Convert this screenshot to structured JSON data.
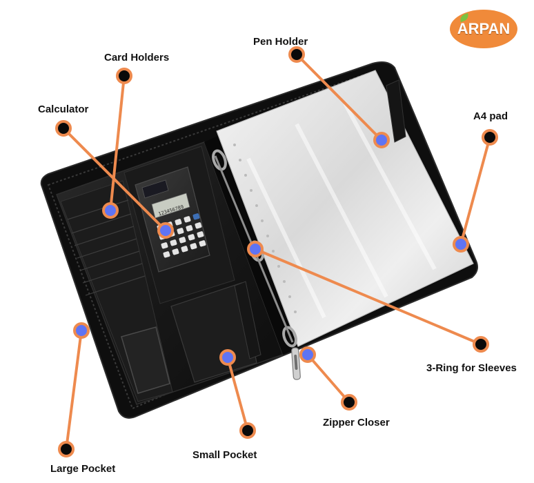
{
  "brand": {
    "logo_text": "ARPAN",
    "logo_color": "#f08a3a"
  },
  "colors": {
    "leader_line": "#ee8a4e",
    "end_dot": "#0a0a0a",
    "target_dot": "#5f74f4",
    "folder": "#141414",
    "sleeve": "#e6e6e6"
  },
  "callouts": [
    {
      "id": "card-holders",
      "label": "Card Holders"
    },
    {
      "id": "calculator",
      "label": "Calculator"
    },
    {
      "id": "pen-holder",
      "label": "Pen Holder"
    },
    {
      "id": "a4-pad",
      "label": "A4 pad"
    },
    {
      "id": "3-ring-for-sleeves",
      "label": "3-Ring for Sleeves"
    },
    {
      "id": "zipper-closer",
      "label": "Zipper Closer"
    },
    {
      "id": "small-pocket",
      "label": "Small Pocket"
    },
    {
      "id": "large-pocket",
      "label": "Large Pocket"
    }
  ],
  "calculator": {
    "display_digits": "123456789"
  }
}
